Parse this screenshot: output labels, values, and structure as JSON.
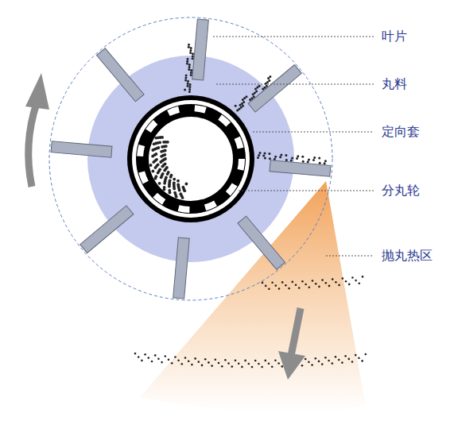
{
  "diagram": {
    "labels": [
      "叶片",
      "丸料",
      "定向套",
      "分丸轮",
      "抛丸热区"
    ]
  }
}
